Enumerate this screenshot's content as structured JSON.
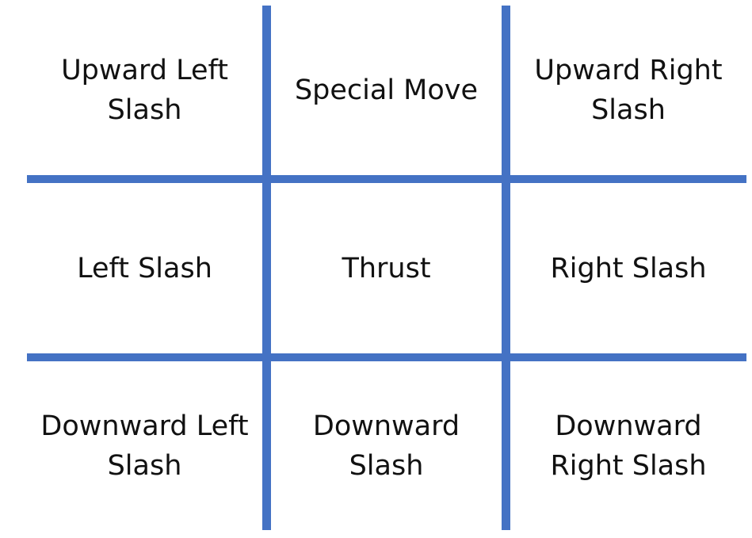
{
  "accent_color": "#4472C4",
  "grid": {
    "rows": [
      [
        "Upward Left\nSlash",
        "Special Move",
        "Upward Right\nSlash"
      ],
      [
        "Left Slash",
        "Thrust",
        "Right Slash"
      ],
      [
        "Downward Left\nSlash",
        "Downward\nSlash",
        "Downward\nRight Slash"
      ]
    ],
    "cells": {
      "r1c1": {
        "line1": "Upward Left",
        "line2": "Slash"
      },
      "r1c2": {
        "line1": "Special Move"
      },
      "r1c3": {
        "line1": "Upward Right",
        "line2": "Slash"
      },
      "r2c1": {
        "line1": "Left Slash"
      },
      "r2c2": {
        "line1": "Thrust"
      },
      "r2c3": {
        "line1": "Right Slash"
      },
      "r3c1": {
        "line1": "Downward Left",
        "line2": "Slash"
      },
      "r3c2": {
        "line1": "Downward",
        "line2": "Slash"
      },
      "r3c3": {
        "line1": "Downward",
        "line2": "Right Slash"
      }
    }
  }
}
